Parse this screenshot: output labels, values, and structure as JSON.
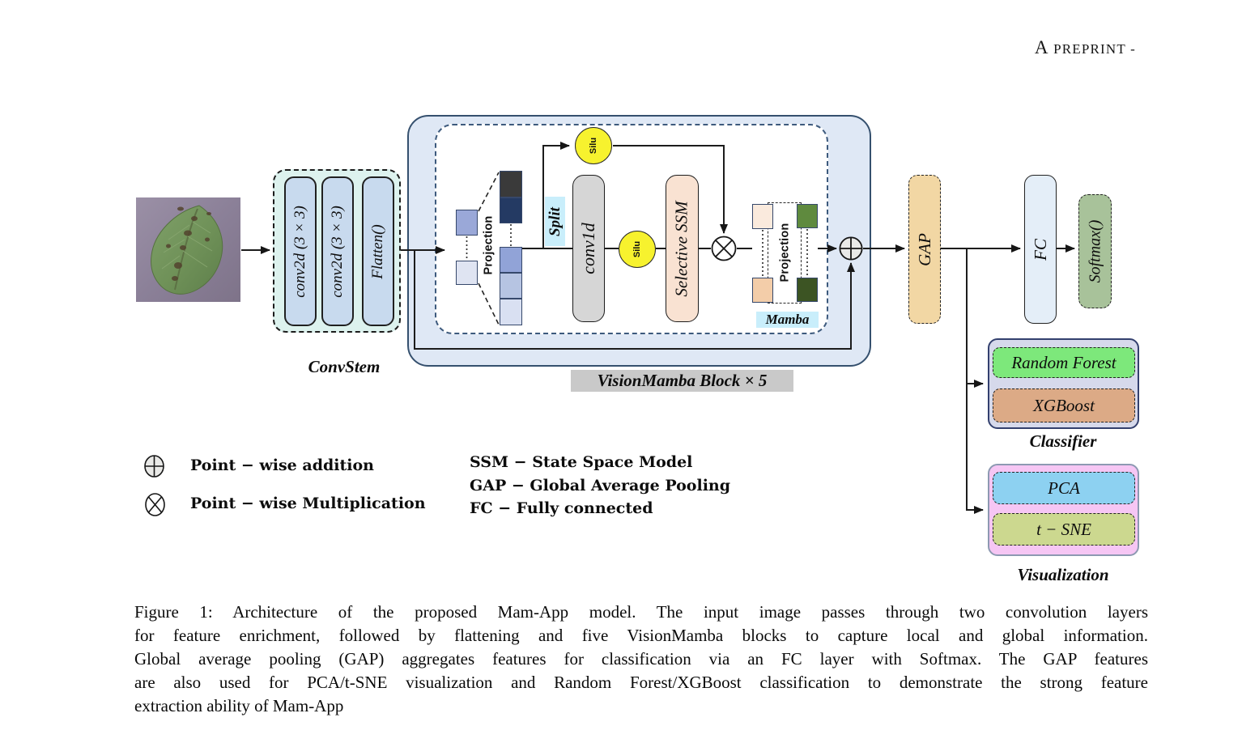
{
  "header": {
    "preprint": "A PREPRINT -"
  },
  "figure": {
    "convstem": {
      "layers": [
        "conv2d (3 × 3)",
        "conv2d (3 × 3)",
        "Flatten()"
      ],
      "label": "ConvStem"
    },
    "vision_mamba": {
      "projection_in": "Projection",
      "split": "Split",
      "silu_top": "Silu",
      "conv1d": "conv1d",
      "silu_mid": "Silu",
      "selective_ssm": "Selective SSM",
      "projection_out": "Projection",
      "mamba": "Mamba",
      "label": "VisionMamba Block × 5"
    },
    "head": {
      "gap": "GAP",
      "fc": "FC",
      "softmax": "Softmax()"
    },
    "classifier": {
      "items": [
        "Random Forest",
        "XGBoost"
      ],
      "label": "Classifier"
    },
    "visualization": {
      "items": [
        "PCA",
        "t − SNE"
      ],
      "label": "Visualization"
    },
    "legend": {
      "addition": "Point − wise addition",
      "multiplication": "Point − wise Multiplication",
      "abbreviations": [
        "SSM − State Space Model",
        "GAP − Global Average Pooling",
        "FC − Fully connected"
      ]
    }
  },
  "caption_lines": [
    "Figure 1: Architecture of the proposed Mam-App model. The input image passes through two convolution layers",
    "for feature enrichment, followed by flattening and five VisionMamba blocks to capture local and global information.",
    "Global average pooling (GAP) aggregates features for classification via an FC layer with Softmax. The GAP features",
    "are also used for PCA/t-SNE visualization and Random Forest/XGBoost classification to demonstrate the strong feature",
    "extraction ability of Mam-App"
  ],
  "colors": {
    "convstem_bg": "#ddf2ee",
    "conv_bar": "#c8daee",
    "vmb_bg": "#dfe8f5",
    "vmb_border": "#35506e",
    "vmb_label_bg": "#c9c9c9",
    "silu": "#f7f22e",
    "conv1d": "#d6d6d6",
    "selective_ssm": "#f9e2d2",
    "split_mamba_tag": "#c9eefb",
    "gap": "#f2d7a4",
    "fc": "#e4eef8",
    "softmax": "#a8c29a",
    "classifier_bg": "#d6d9eb",
    "random_forest": "#7de87b",
    "xgboost": "#dcaa86",
    "visualization_bg": "#f6c6f4",
    "pca": "#8dd1f1",
    "tsne": "#ccd88f",
    "patches_in": [
      "#9aa8d8",
      "#dfe4f2",
      "#3a3a3a",
      "#243a63",
      "#91a3d7",
      "#b6c4e2",
      "#d9e0f2"
    ],
    "patches_out": [
      "#faeadd",
      "#f3cda9",
      "#5f8a3e",
      "#3c5423"
    ]
  }
}
